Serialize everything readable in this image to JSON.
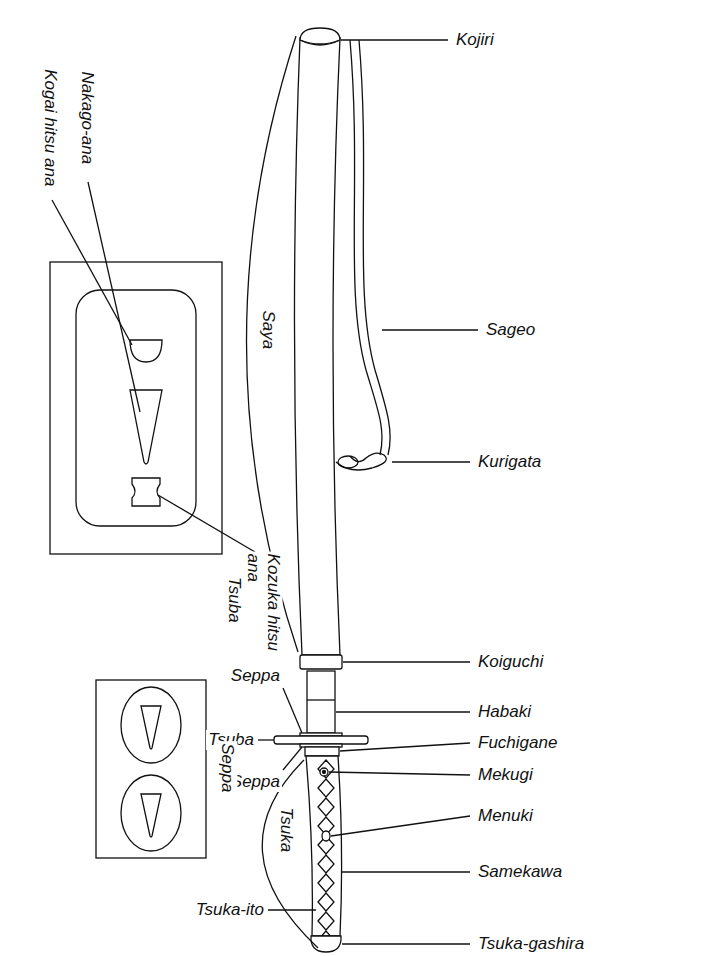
{
  "diagram": {
    "labels": [
      "Kojiri",
      "Sageo",
      "Kurigata",
      "Koiguchi",
      "Habaki",
      "Fuchigane",
      "Mekugi",
      "Menuki",
      "Samekawa",
      "Tsuka-gashira",
      "Saya",
      "Tsuka",
      "Seppa",
      "Tsuba",
      "Seppa",
      "Tsuka-ito",
      "Kogai hitsu ana",
      "Nakago-ana",
      "Kozuka hitsu ana",
      "Tsuba",
      "Seppa"
    ]
  }
}
